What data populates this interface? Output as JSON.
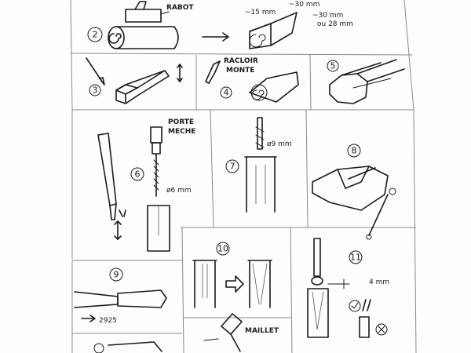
{
  "steps": {
    "s2": {
      "number": "2",
      "label": "RABOT",
      "dim_a": "~15 mm",
      "dim_b": "~30 mm",
      "dim_c": "~30 mm",
      "dim_d": "ou 28 mm"
    },
    "s3": {
      "number": "3"
    },
    "s4": {
      "number": "4",
      "label_line1": "RACLOIR",
      "label_line2": "MONTE"
    },
    "s5": {
      "number": "5"
    },
    "s6": {
      "number": "6",
      "label_line1": "PORTE",
      "label_line2": "MECHE",
      "dim": "ø6 mm"
    },
    "s7": {
      "number": "7",
      "dim": "ø9 mm"
    },
    "s8": {
      "number": "8"
    },
    "s9": {
      "number": "9",
      "value": "2925"
    },
    "s10": {
      "number": "10"
    },
    "s11": {
      "number": "11",
      "dim": "4 mm"
    },
    "s12": {
      "label": "MAILLET"
    }
  },
  "colors": {
    "ink": "#1a1a1a",
    "grid": "#8a8a8a",
    "paper": "#fdfdfc"
  }
}
